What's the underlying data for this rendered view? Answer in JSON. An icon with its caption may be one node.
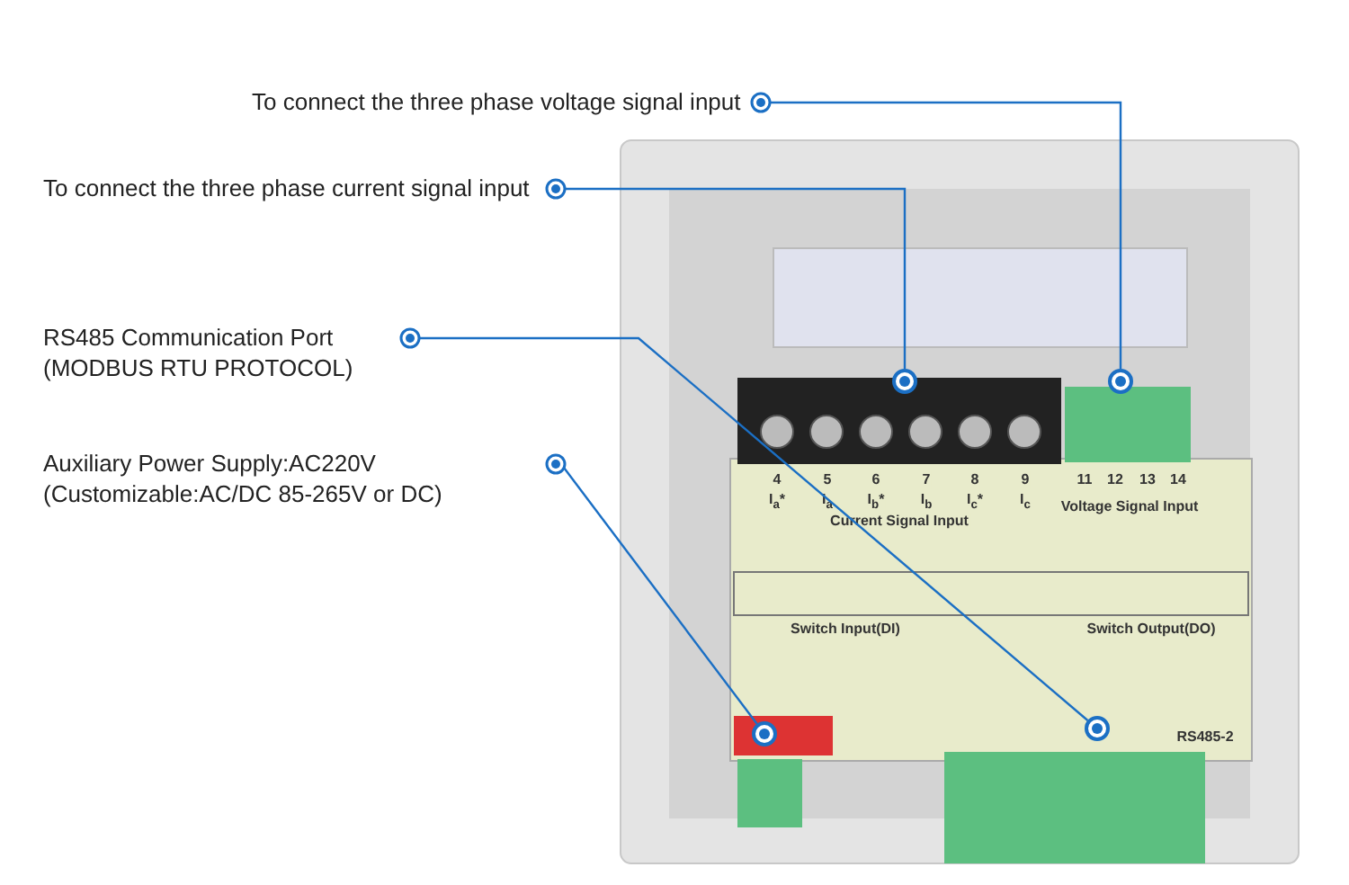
{
  "diagram": {
    "nodes": [
      {
        "text": [
          "To connect the three phase voltage signal input"
        ]
      },
      {
        "text": [
          "To connect the three phase current signal input"
        ]
      },
      {
        "text": [
          "RS485 Communication Port (MODBUS RTU PROTOCOL)"
        ]
      },
      {
        "text": [
          "Auxiliary Power Supply:AC220V",
          "(Customizable:AC/DC 85-265V or DC)"
        ]
      },
      {
        "text": [],
        "shape": "circle"
      },
      {
        "text": [],
        "shape": "circle"
      },
      {
        "text": [],
        "shape": "circle"
      },
      {
        "text": [],
        "shape": "circle"
      }
    ],
    "edges": [
      {
        "from": 0,
        "to": 4,
        "arrow": "other"
      },
      {
        "from": 1,
        "to": 5,
        "arrow": "other"
      },
      {
        "from": 2,
        "to": 6,
        "arrow": "other"
      },
      {
        "from": 3,
        "to": 7,
        "arrow": "other"
      }
    ],
    "labels": [
      "4",
      "5",
      "6",
      "7",
      "8",
      "9",
      "I$_{a}$*",
      "I$_{a}$",
      "I$_{b}$*",
      "I$_{b}$",
      "I$_{c}$*",
      "I$_{c}$",
      "Current Signal Input",
      "11",
      "12",
      "13",
      "14",
      "Voltage Signal Input",
      "Switch Input(DI)",
      "Switch Output(DO)",
      "RS485-2"
    ]
  }
}
